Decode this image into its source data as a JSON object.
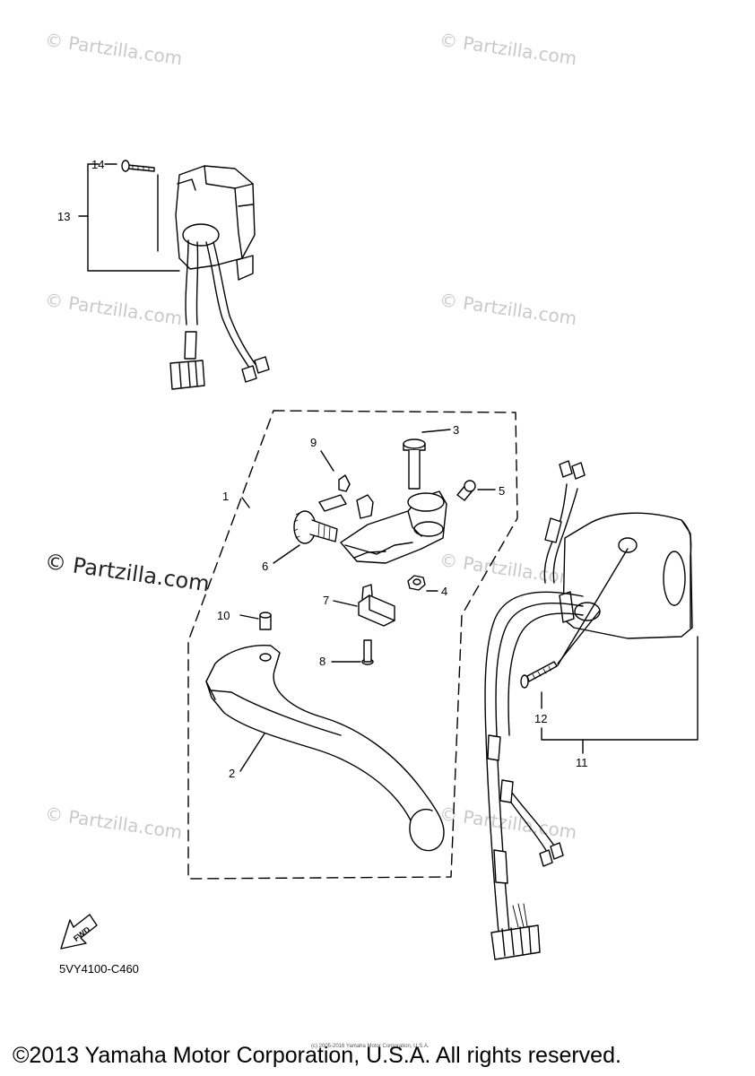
{
  "watermark": "© Partzilla.com",
  "callouts": {
    "c1": "1",
    "c2": "2",
    "c3": "3",
    "c4": "4",
    "c5": "5",
    "c6": "6",
    "c7": "7",
    "c8": "8",
    "c9": "9",
    "c10": "10",
    "c11": "11",
    "c12": "12",
    "c13": "13",
    "c14": "14"
  },
  "fwd_label": "FWD",
  "reference_code": "5VY4100-C460",
  "tiny_copyright": "(c) 2005-2016 Yamaha Motor Corporation, U.S.A.",
  "copyright": "©2013 Yamaha Motor Corporation, U.S.A. All rights reserved."
}
